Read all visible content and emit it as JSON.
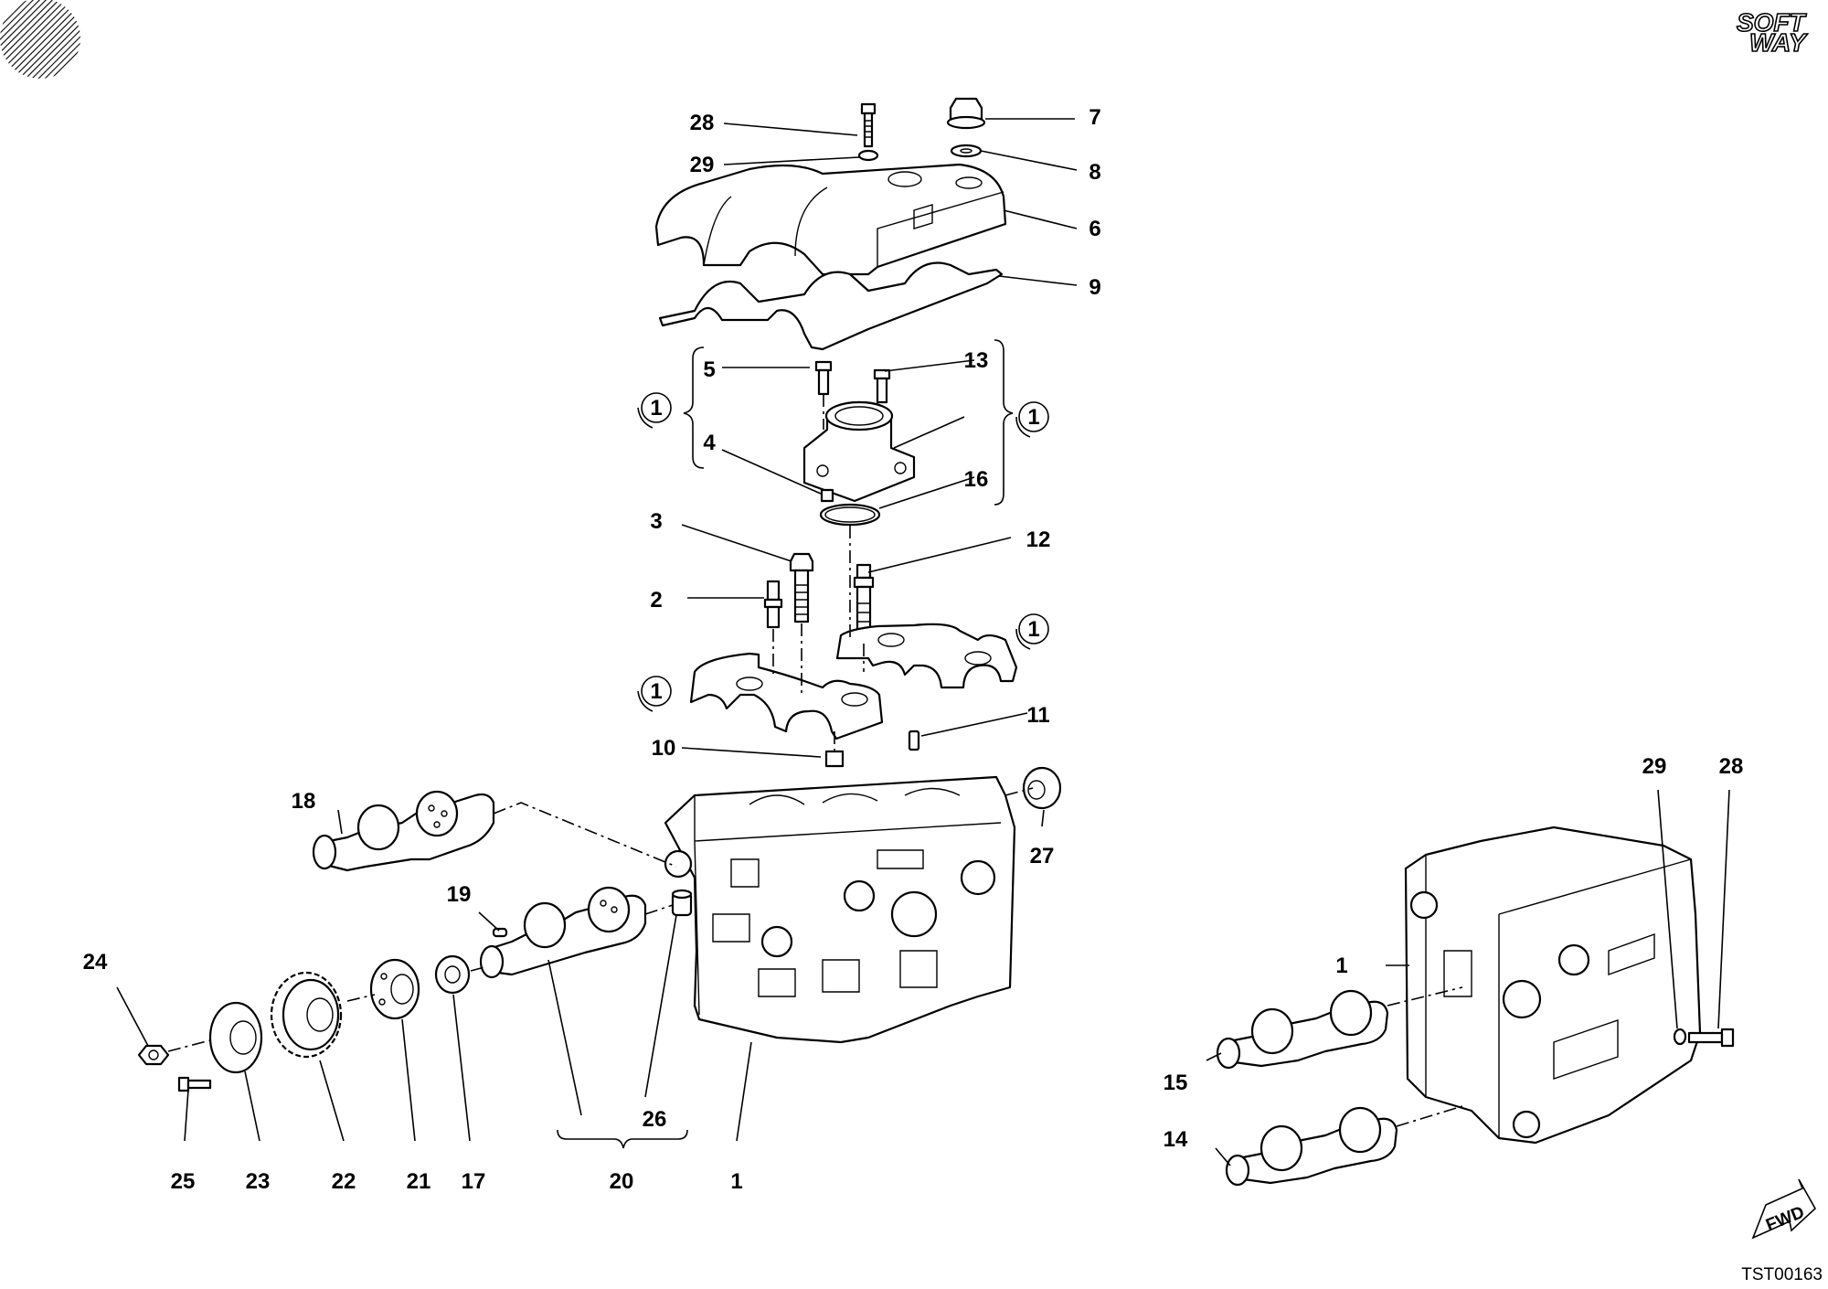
{
  "logo": {
    "line1": "SOFT",
    "line2": "WAY"
  },
  "drawing_code": "TST00163",
  "fwd_label": "FWD",
  "labels": {
    "l28a": "28",
    "l29a": "29",
    "l7": "7",
    "l8": "8",
    "l6": "6",
    "l9": "9",
    "l5": "5",
    "l13": "13",
    "l4": "4",
    "l16": "16",
    "l1a": "1",
    "l1b": "1",
    "l3": "3",
    "l12": "12",
    "l2": "2",
    "l1c": "1",
    "l1d": "1",
    "l11": "11",
    "l10": "10",
    "l18": "18",
    "l27": "27",
    "l19": "19",
    "l24": "24",
    "l26": "26",
    "l25": "25",
    "l23": "23",
    "l22": "22",
    "l21": "21",
    "l17": "17",
    "l20": "20",
    "l1e": "1",
    "l29b": "29",
    "l28b": "28",
    "l1f": "1",
    "l15": "15",
    "l14": "14"
  }
}
